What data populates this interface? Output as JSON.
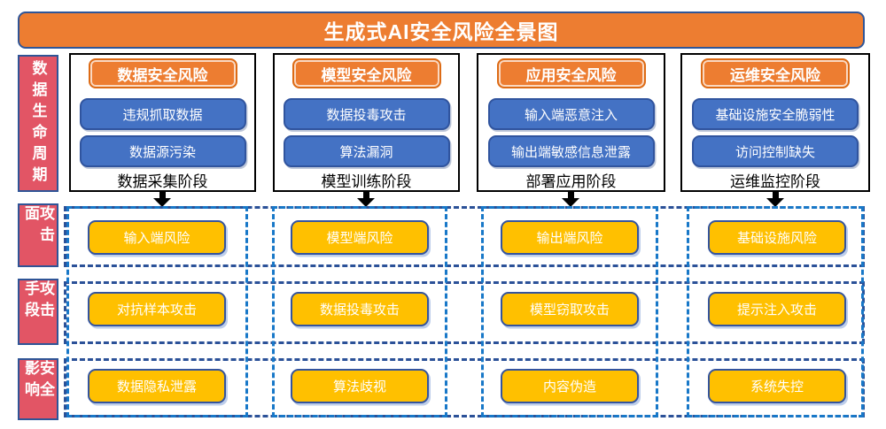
{
  "title": "生成式AI安全风险全景图",
  "side_labels": [
    {
      "label": "数据生命周期"
    },
    {
      "label": "攻击面"
    },
    {
      "label": "攻击手段"
    },
    {
      "label": "安全影响"
    }
  ],
  "lifecycle_columns": [
    {
      "header": "数据安全风险",
      "items": [
        "违规抓取数据",
        "数据源污染"
      ],
      "stage": "数据采集阶段"
    },
    {
      "header": "模型安全风险",
      "items": [
        "数据投毒攻击",
        "算法漏洞"
      ],
      "stage": "模型训练阶段"
    },
    {
      "header": "应用安全风险",
      "items": [
        "输入端恶意注入",
        "输出端敏感信息泄露"
      ],
      "stage": "部署应用阶段"
    },
    {
      "header": "运维安全风险",
      "items": [
        "基础设施安全脆弱性",
        "访问控制缺失"
      ],
      "stage": "运维监控阶段"
    }
  ],
  "matrix_rows": [
    {
      "label": "攻击面",
      "cells": [
        "输入端风险",
        "模型端风险",
        "输出端风险",
        "基础设施风险"
      ]
    },
    {
      "label": "攻击手段",
      "cells": [
        "对抗样本攻击",
        "数据投毒攻击",
        "模型窃取攻击",
        "提示注入攻击"
      ]
    },
    {
      "label": "安全影响",
      "cells": [
        "数据隐私泄露",
        "算法歧视",
        "内容伪造",
        "系统失控"
      ]
    }
  ],
  "colors": {
    "title_orange": "#ED7D31",
    "item_blue": "#4472C4",
    "cell_gold": "#FFC000",
    "label_red": "#E25565",
    "outline_navy": "#2B5198",
    "outline_azure": "#1878C8"
  }
}
